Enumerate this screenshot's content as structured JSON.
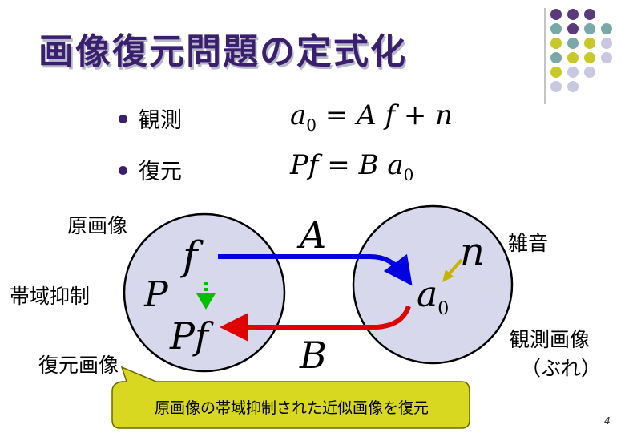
{
  "title": "画像復元問題の定式化",
  "bullets": [
    {
      "term": "観測",
      "equation_lhs": "a",
      "equation_sub": "0",
      "equation_rhs": " = A f + n"
    },
    {
      "term": "復元",
      "equation_lhs": "Pf = B a",
      "equation_sub": "0",
      "equation_rhs": ""
    }
  ],
  "diagram": {
    "left_top_label": "原画像",
    "left_side_label": "帯域抑制",
    "left_bottom_label": "復元画像",
    "right_top_label": "雑音",
    "right_bottom_label_line1": "観測画像",
    "right_bottom_label_line2": "（ぶれ）",
    "f": "f",
    "P": "P",
    "Pf": "Pf",
    "A": "A",
    "B": "B",
    "n": "n",
    "a": "a",
    "a_sub": "0"
  },
  "callout": "原画像の帯域抑制された近似画像を復元",
  "page_number": "4",
  "colors": {
    "title": "#3a1f6e",
    "circle_fill": "#d8d8ec",
    "arrow_A": "#0000e0",
    "arrow_B": "#e00000",
    "arrow_P": "#00c000",
    "arrow_n": "#c8b400",
    "callout_fill": "#d8d820",
    "dot_purple": "#5a3a7a",
    "dot_teal": "#7aa8a8",
    "dot_olive": "#c8c828",
    "dot_lavender": "#c8c8e0"
  }
}
